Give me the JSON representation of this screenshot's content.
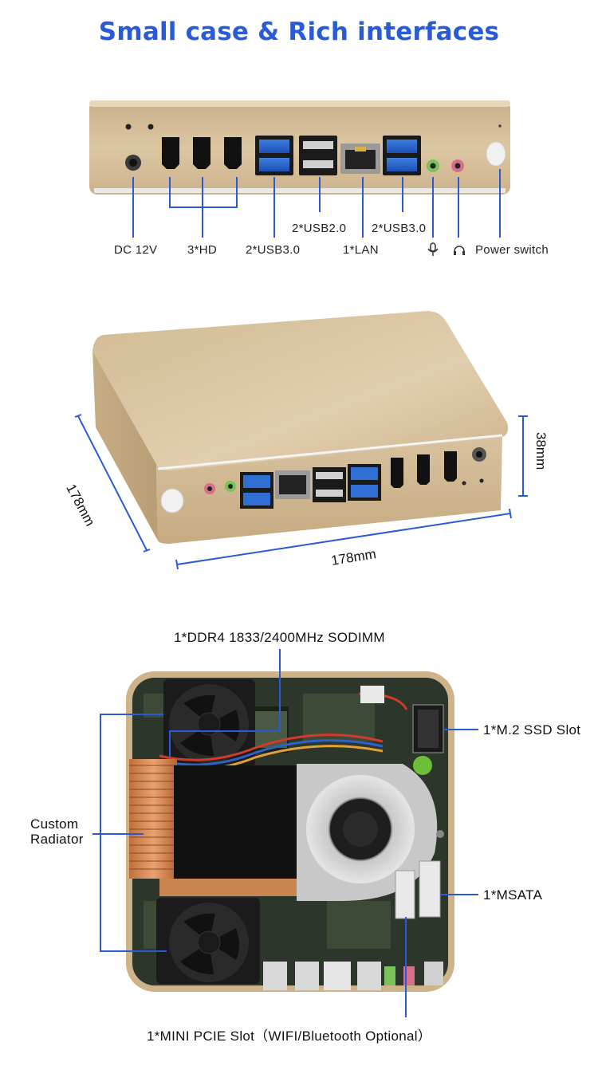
{
  "title": "Small case & Rich interfaces",
  "rear_panel": {
    "labels": {
      "dc": "DC 12V",
      "hd": "3*HD",
      "usb3_left": "2*USB3.0",
      "usb2": "2*USB2.0",
      "lan": "1*LAN",
      "usb3_right": "2*USB3.0",
      "power": "Power switch"
    },
    "icons": [
      "microphone-icon",
      "headphone-icon"
    ]
  },
  "dimensions": {
    "depth": "178mm",
    "width": "178mm",
    "height": "38mm"
  },
  "internal": {
    "ram": "1*DDR4 1833/2400MHz SODIMM",
    "m2": "1*M.2 SSD Slot",
    "radiator_line1": "Custom",
    "radiator_line2": "Radiator",
    "msata": "1*MSATA",
    "pcie": "1*MINI PCIE Slot（WIFI/Bluetooth Optional）"
  },
  "colors": {
    "accent": "#2a5bd7",
    "case_gold": "#d8c29c",
    "board_green": "#2f3a2c"
  }
}
